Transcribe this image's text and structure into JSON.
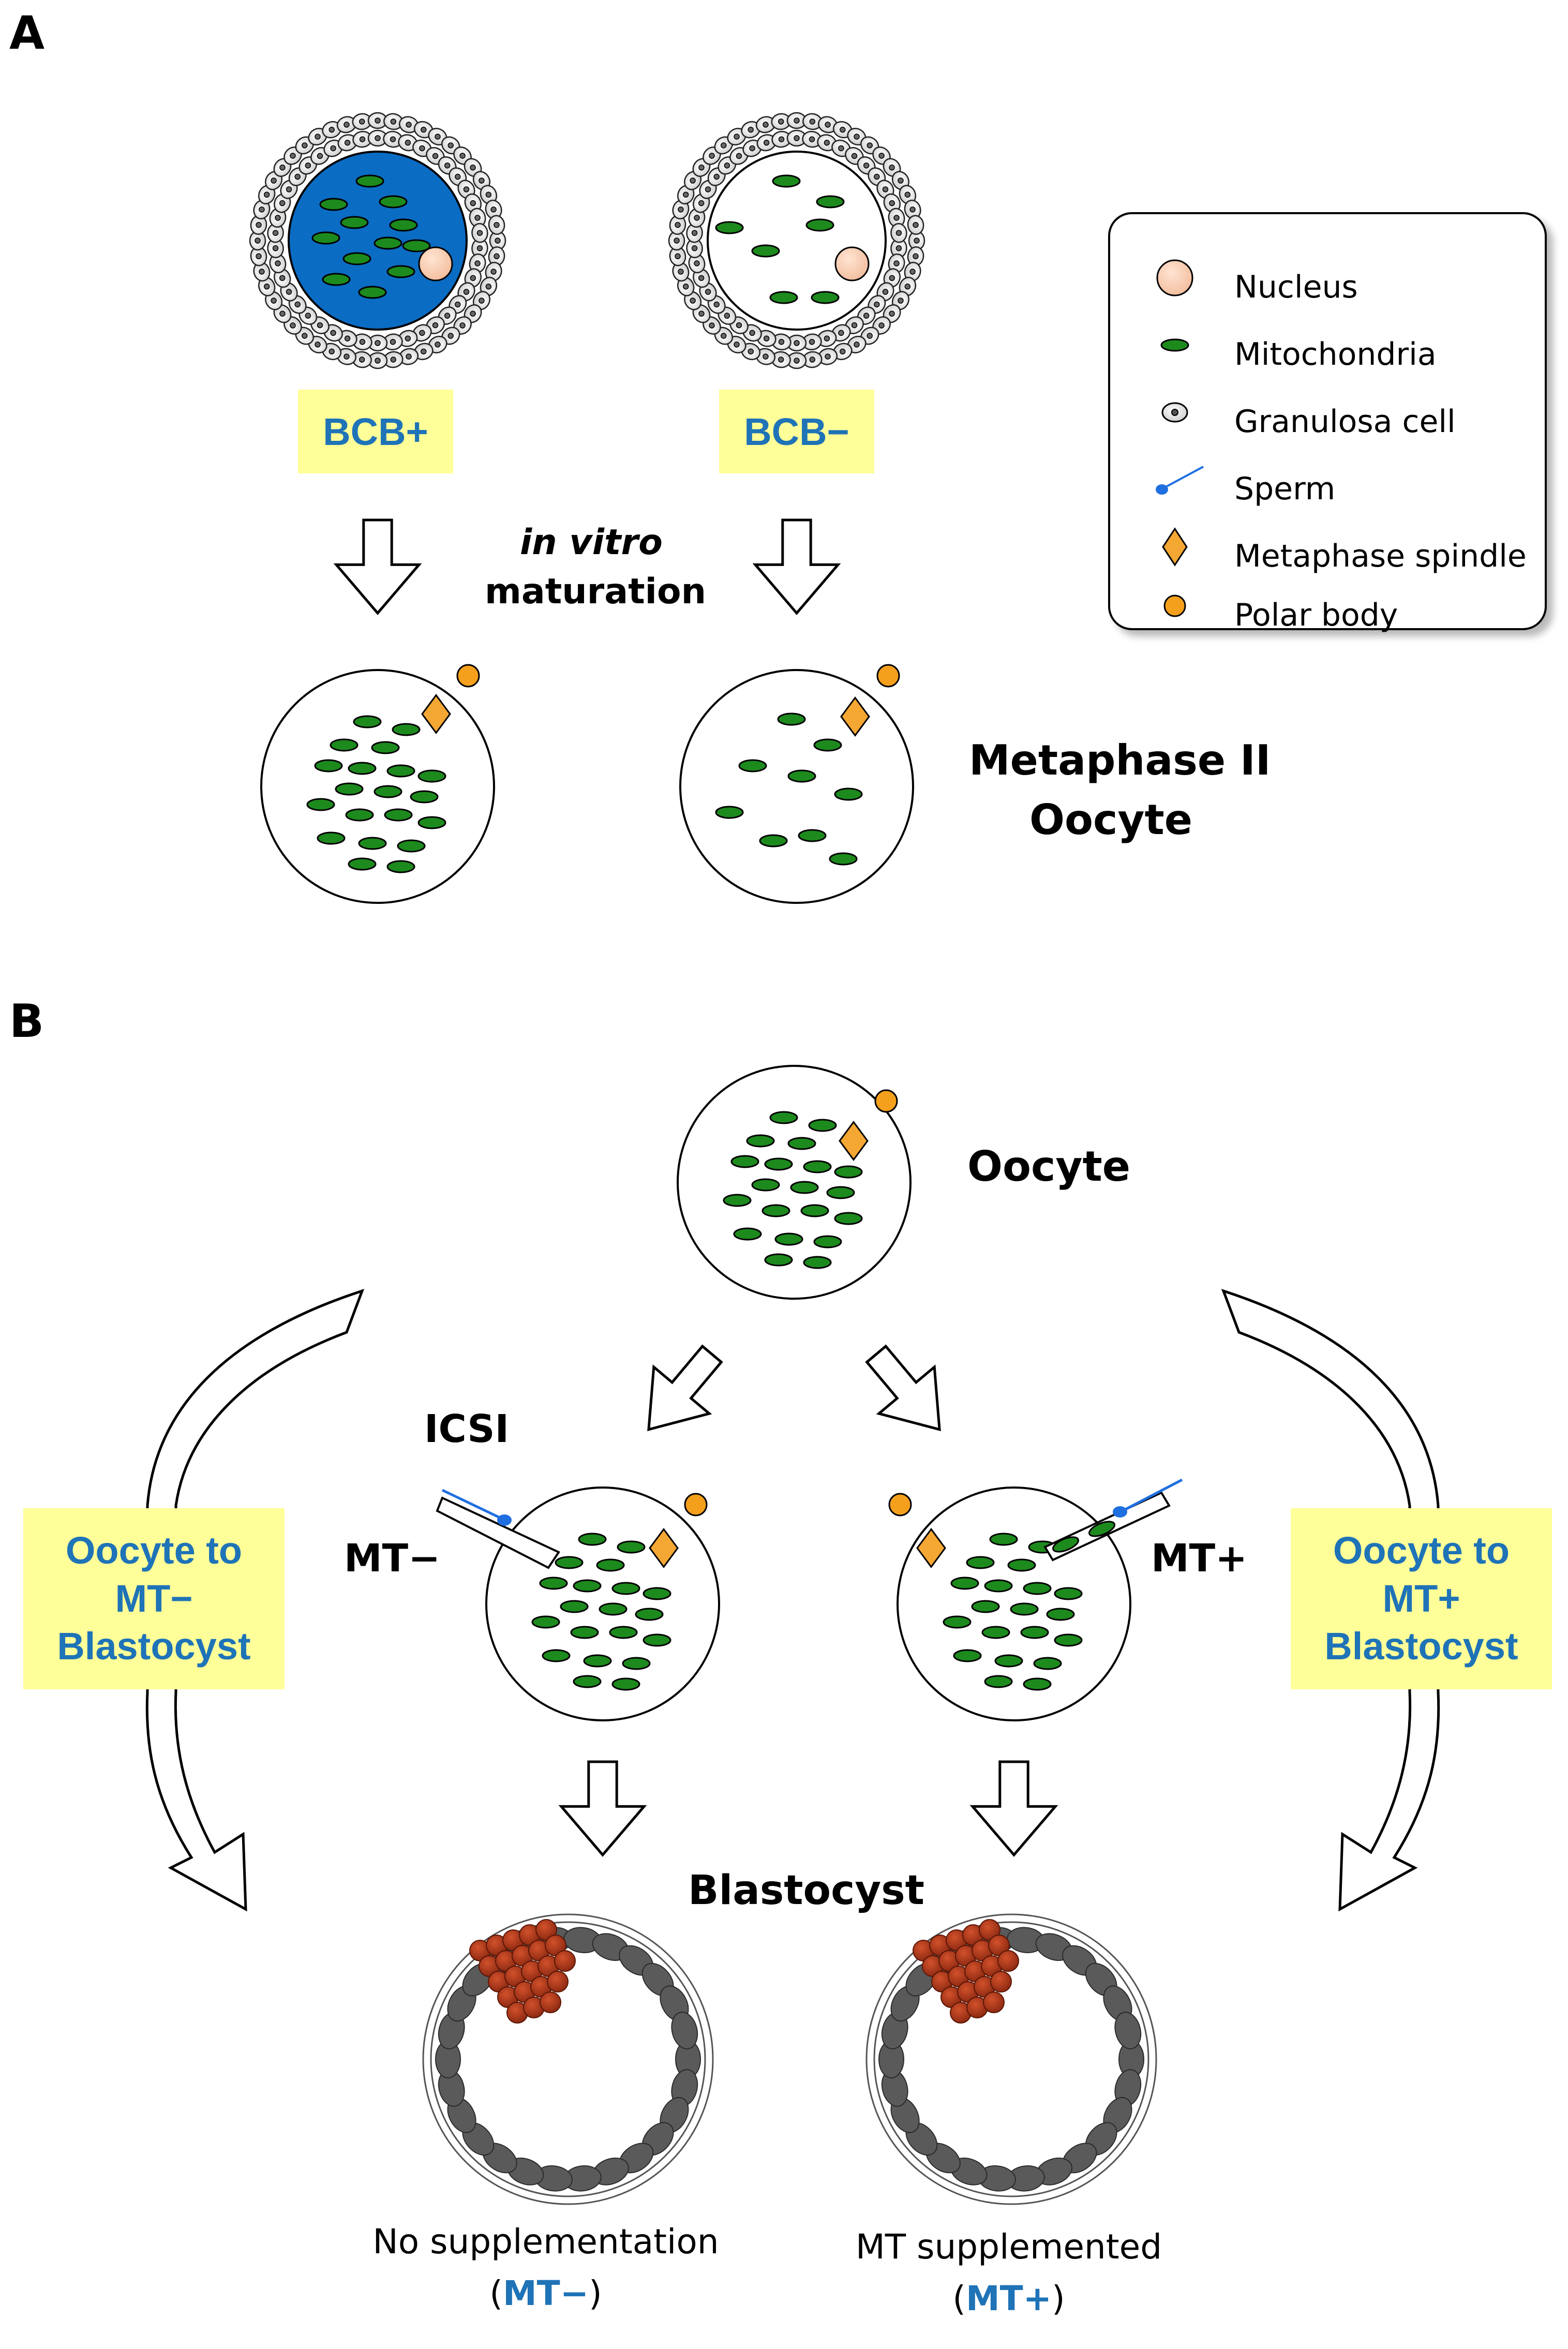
{
  "panel_a": {
    "label": "A",
    "bcb_plus_label": "BCB+",
    "bcb_minus_label": "BCB−",
    "maturation_italic": "in vitro",
    "maturation_text": "maturation",
    "metaphase_line1": "Metaphase II",
    "metaphase_line2": "Oocyte"
  },
  "legend": {
    "items": [
      {
        "label": "Nucleus",
        "icon": "nucleus-icon"
      },
      {
        "label": "Mitochondria",
        "icon": "mitochondria-icon"
      },
      {
        "label": "Granulosa cell",
        "icon": "granulosa-cell-icon"
      },
      {
        "label": "Sperm",
        "icon": "sperm-icon"
      },
      {
        "label": "Metaphase spindle",
        "icon": "spindle-icon"
      },
      {
        "label": "Polar body",
        "icon": "polar-body-icon"
      }
    ]
  },
  "panel_b": {
    "label": "B",
    "oocyte_label": "Oocyte",
    "icsi_label": "ICSI",
    "mt_minus_label": "MT−",
    "mt_plus_label": "MT+",
    "left_box": [
      "Oocyte to",
      "MT−",
      "Blastocyst"
    ],
    "right_box": [
      "Oocyte to",
      "MT+",
      "Blastocyst"
    ],
    "blastocyst_label": "Blastocyst",
    "caption_left": "No supplementation",
    "caption_left_paren_open": "(",
    "caption_left_tag": "MT−",
    "caption_left_paren_close": ")",
    "caption_right": "MT supplemented",
    "caption_right_paren_open": "(",
    "caption_right_tag": "MT+",
    "caption_right_paren_close": ")"
  },
  "colors": {
    "cytoplasm_blue": "#0b6cc4",
    "mitochondria": "#1d8a1d",
    "nucleus": "#f8cdb0",
    "spindle": "#f4a733",
    "polar_body": "#f4a01c",
    "sperm": "#1f6fe0",
    "label_blue": "#1f73b7",
    "label_box": "#ffff99",
    "trophectoderm": "#5a5a5a",
    "inner_cell_mass": "#b5361a"
  }
}
